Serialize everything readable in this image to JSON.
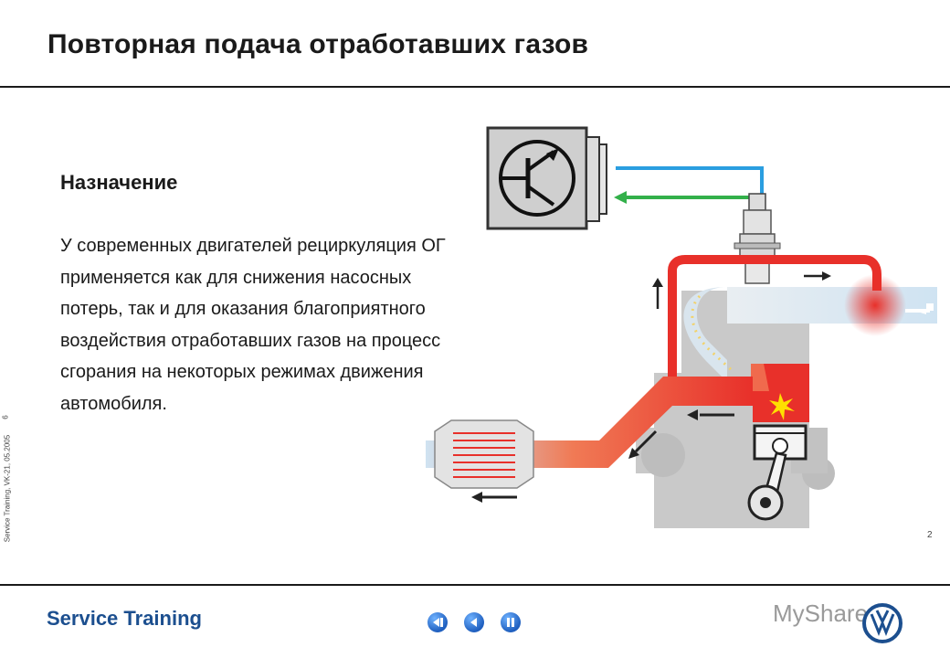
{
  "slide": {
    "title": "Повторная подача отработавших газов",
    "heading": "Назначение",
    "body": "У современных двигателей рециркуляция ОГ применяется как для снижения насосных потерь, так и для оказания благоприятного воздействия отработавших газов на процесс сгорания на некоторых режимах движения автомобиля.",
    "side_note": "Service Training, VK-21, 05.2005",
    "page_number": "6",
    "figure_number": "2"
  },
  "footer": {
    "brand": "Service Training",
    "watermark": "MyShared"
  },
  "nav": {
    "buttons": [
      "back-to-start",
      "previous",
      "pause"
    ]
  },
  "colors": {
    "exhaust_hot": "#e8302a",
    "intake_cold": "#cfe3f2",
    "signal_blue": "#2a9ee0",
    "signal_green": "#33b04a",
    "engine_grey": "#c9c9c9",
    "brand_blue": "#1c4f8f"
  },
  "icons": [
    "transistor-icon",
    "egr-valve-icon",
    "spark-icon",
    "piston-icon",
    "catalyst-icon",
    "vw-logo-icon"
  ]
}
